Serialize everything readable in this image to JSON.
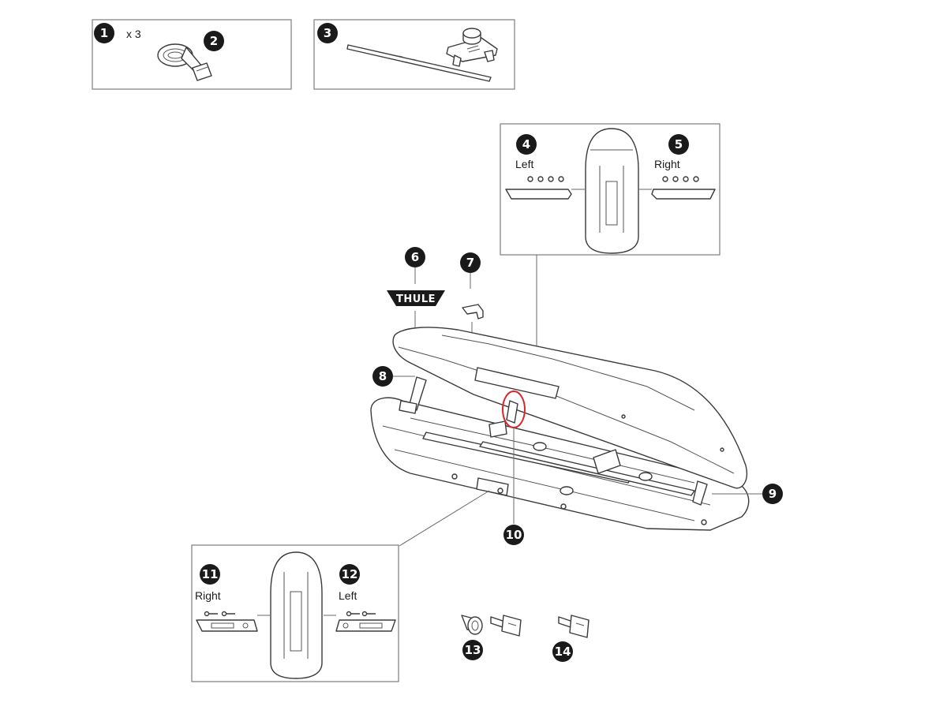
{
  "parts": {
    "p1": {
      "number": "1",
      "qty": "x 3"
    },
    "p2": {
      "number": "2"
    },
    "p3": {
      "number": "3"
    },
    "p4": {
      "number": "4",
      "side": "Left"
    },
    "p5": {
      "number": "5",
      "side": "Right"
    },
    "p6": {
      "number": "6",
      "logo_text": "THULE"
    },
    "p7": {
      "number": "7"
    },
    "p8": {
      "number": "8"
    },
    "p9": {
      "number": "9"
    },
    "p10": {
      "number": "10"
    },
    "p11": {
      "number": "11",
      "side": "Right"
    },
    "p12": {
      "number": "12",
      "side": "Left"
    },
    "p13": {
      "number": "13"
    },
    "p14": {
      "number": "14"
    }
  },
  "colors": {
    "badge": "#1a1a1a",
    "line_art": "#3a3a3a",
    "frame": "#7d7d7d",
    "highlight": "#d9262c"
  }
}
